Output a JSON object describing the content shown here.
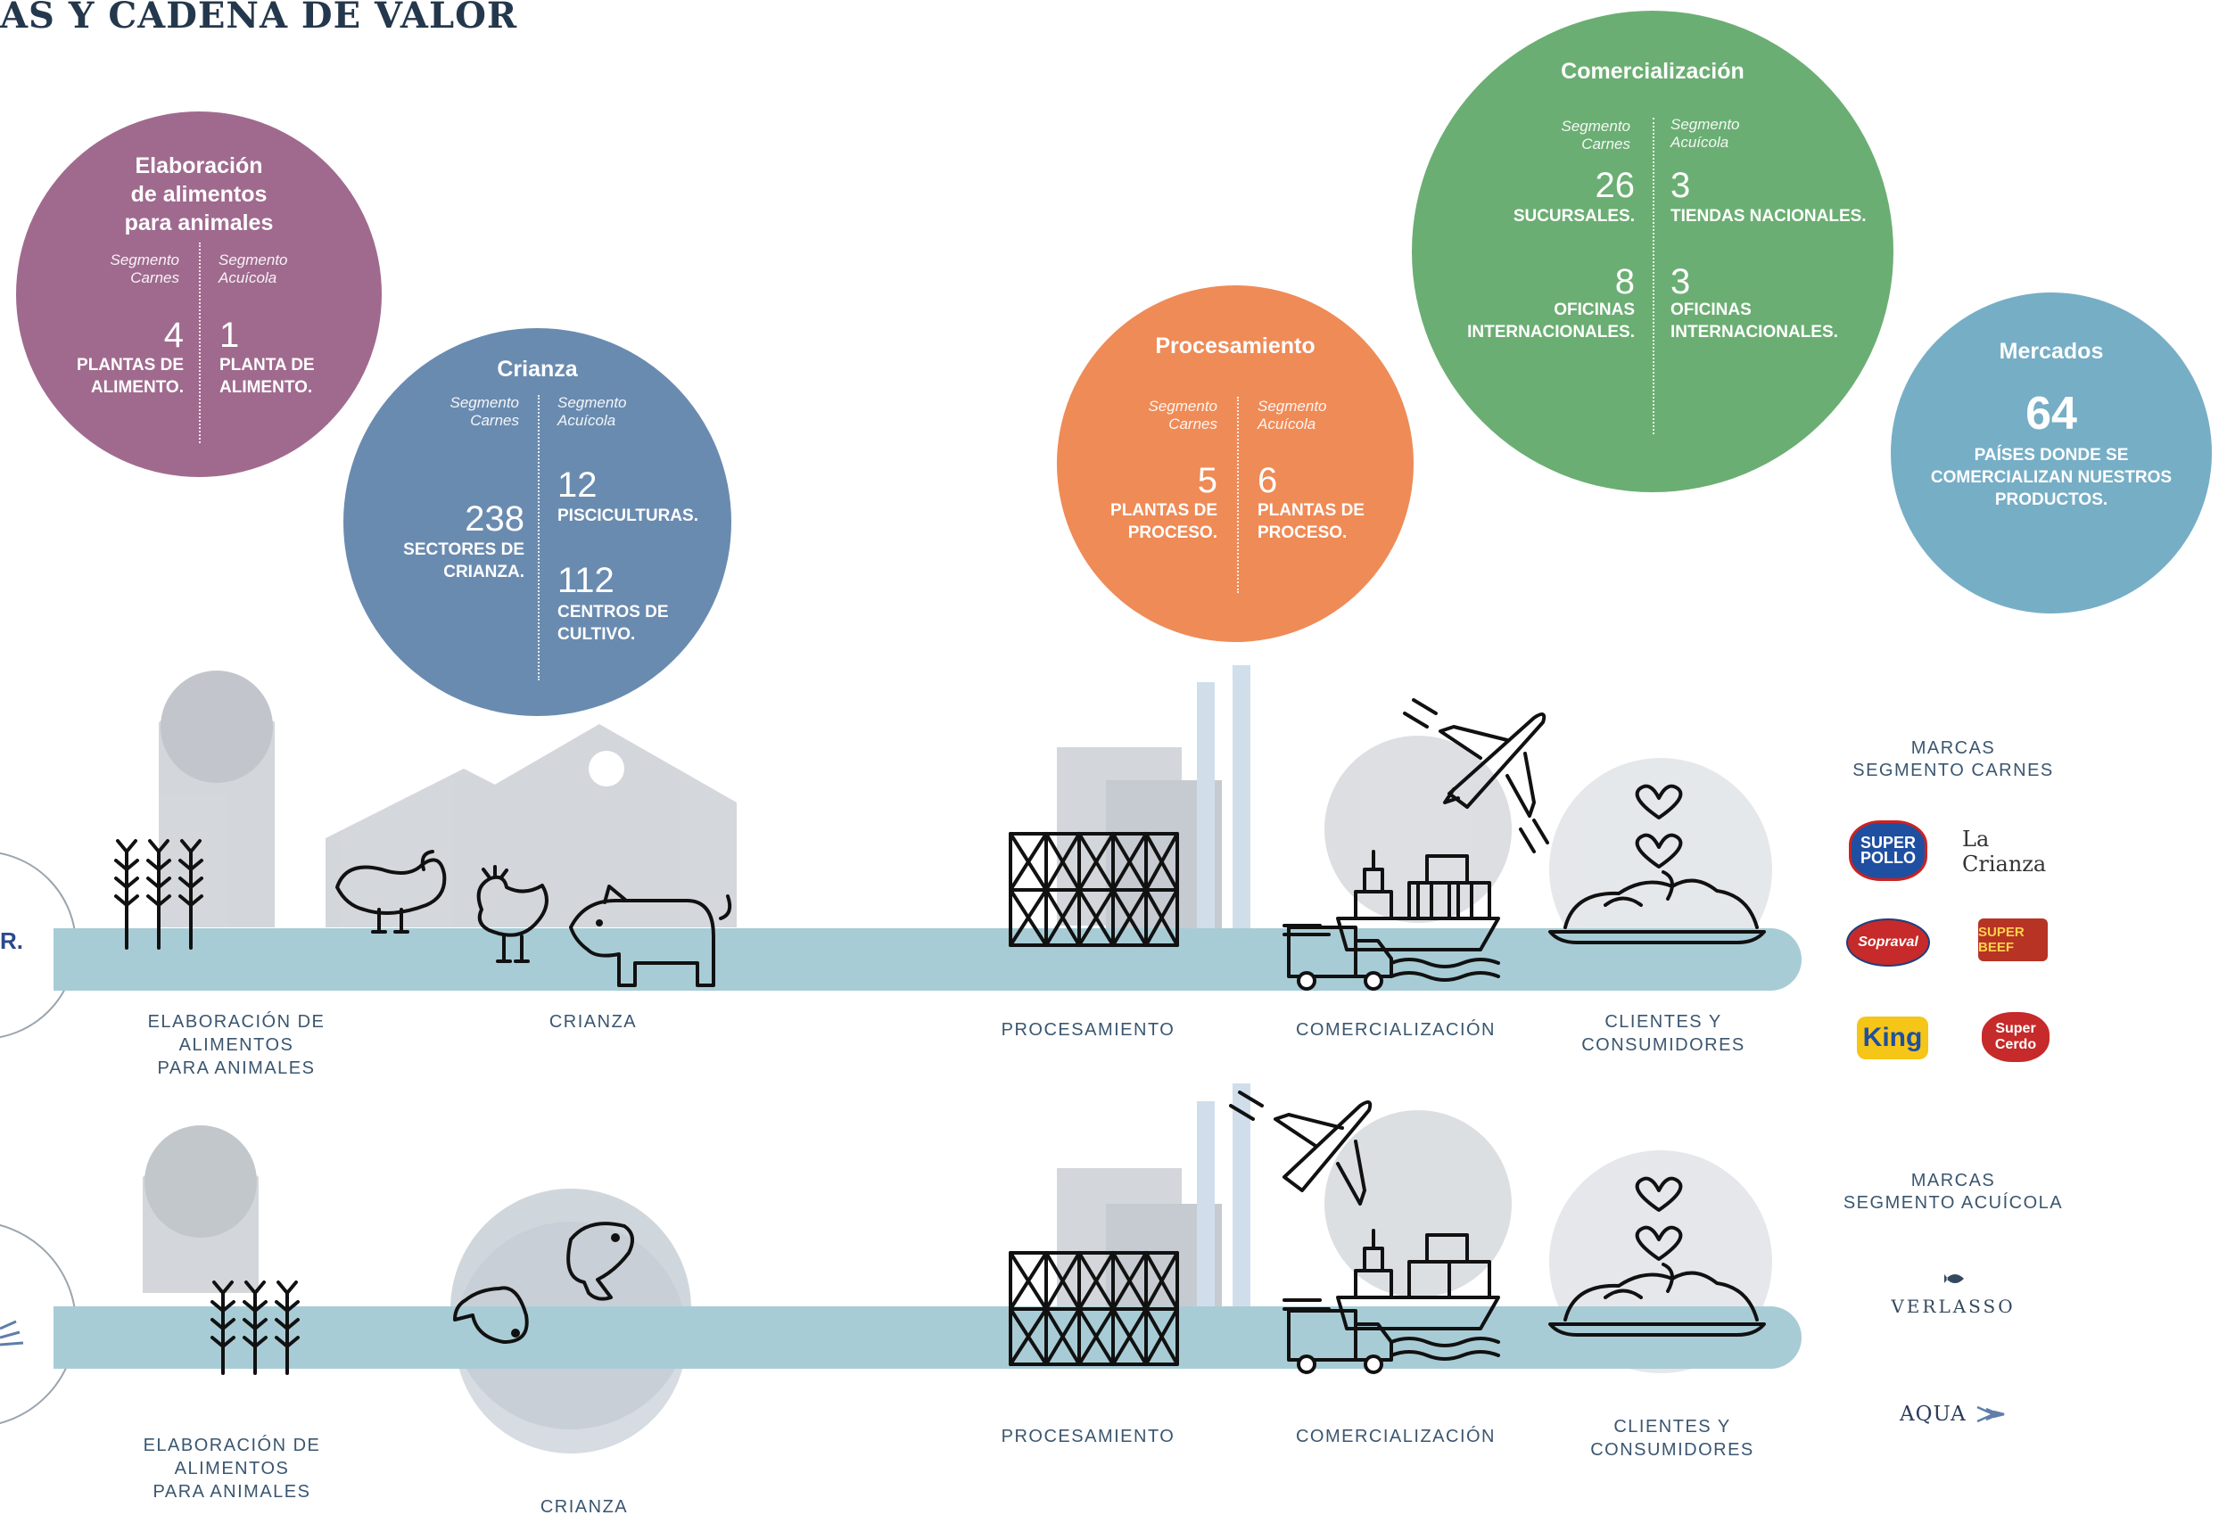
{
  "title": "AS Y CADENA DE VALOR",
  "colors": {
    "alimentos": "#a06a8e",
    "crianza": "#6a8bb0",
    "procesamiento": "#ef8b57",
    "comercializacion": "#6bae73",
    "mercados": "#76aec6",
    "track": "#a8ccd6",
    "gray": "#c9cdd2"
  },
  "circles": {
    "alimentos": {
      "title": "Elaboración\nde alimentos\npara animales",
      "seg_left": "Segmento\nCarnes",
      "seg_right": "Segmento\nAcuícola",
      "left_num": "4",
      "left_label": "PLANTAS DE\nALIMENTO.",
      "right_num": "1",
      "right_label": "PLANTA DE\nALIMENTO."
    },
    "crianza": {
      "title": "Crianza",
      "seg_left": "Segmento\nCarnes",
      "seg_right": "Segmento\nAcuícola",
      "left_num": "238",
      "left_label": "SECTORES DE\nCRIANZA.",
      "right_num1": "12",
      "right_label1": "PISCICULTURAS.",
      "right_num2": "112",
      "right_label2": "CENTROS DE\nCULTIVO."
    },
    "procesamiento": {
      "title": "Procesamiento",
      "seg_left": "Segmento\nCarnes",
      "seg_right": "Segmento\nAcuícola",
      "left_num": "5",
      "left_label": "PLANTAS DE\nPROCESO.",
      "right_num": "6",
      "right_label": "PLANTAS DE\nPROCESO."
    },
    "comercializacion": {
      "title": "Comercialización",
      "seg_left": "Segmento\nCarnes",
      "seg_right": "Segmento\nAcuícola",
      "left_num1": "26",
      "left_label1": "SUCURSALES.",
      "right_num1": "3",
      "right_label1": "TIENDAS NACIONALES.",
      "left_num2": "8",
      "left_label2": "OFICINAS\nINTERNACIONALES.",
      "right_num2": "3",
      "right_label2": "OFICINAS\nINTERNACIONALES."
    },
    "mercados": {
      "title": "Mercados",
      "num": "64",
      "label": "PAÍSES DONDE SE\nCOMERCIALIZAN NUESTROS\nPRODUCTOS."
    }
  },
  "row1": {
    "logo_text": "R.",
    "labels": [
      "ELABORACIÓN DE\nALIMENTOS\nPARA ANIMALES",
      "CRIANZA",
      "PROCESAMIENTO",
      "COMERCIALIZACIÓN",
      "CLIENTES Y\nCONSUMIDORES"
    ]
  },
  "row2": {
    "labels": [
      "ELABORACIÓN DE\nALIMENTOS\nPARA ANIMALES",
      "CRIANZA",
      "PROCESAMIENTO",
      "COMERCIALIZACIÓN",
      "CLIENTES Y\nCONSUMIDORES"
    ]
  },
  "brands_carnes": {
    "title": "MARCAS\nSEGMENTO CARNES",
    "logos": [
      "SUPER POLLO",
      "La Crianza",
      "Sopraval",
      "SUPER BEEF",
      "King",
      "Super Cerdo"
    ]
  },
  "brands_acuicola": {
    "title": "MARCAS\nSEGMENTO ACUÍCOLA",
    "logos": [
      "VERLASSO",
      "AQUA"
    ]
  }
}
